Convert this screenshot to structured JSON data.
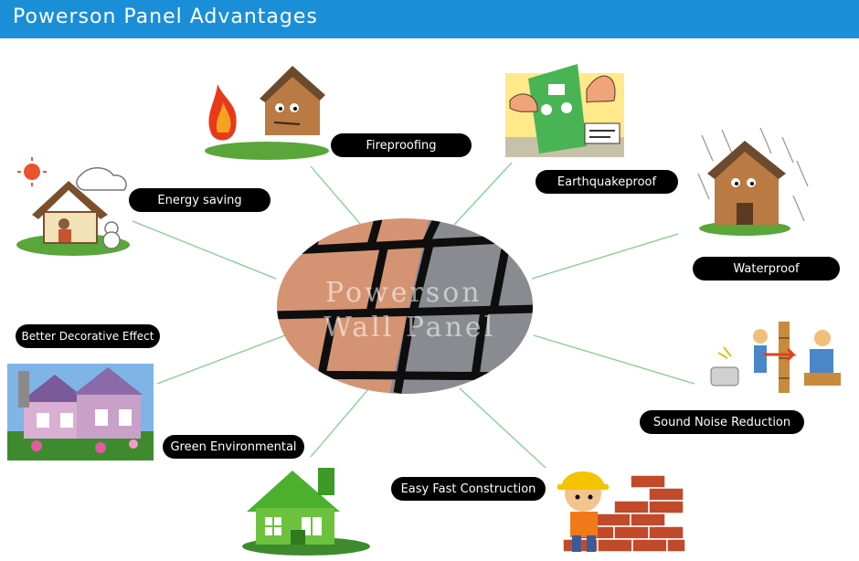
{
  "header": {
    "title": "Powerson Panel Advantages"
  },
  "center": {
    "line1": "Powerson",
    "line2": "Wall Panel"
  },
  "advantages": [
    {
      "id": "fireproofing",
      "label": "Fireproofing"
    },
    {
      "id": "earthquakeproof",
      "label": "Earthquakeproof"
    },
    {
      "id": "energy-saving",
      "label": "Energy saving"
    },
    {
      "id": "waterproof",
      "label": "Waterproof"
    },
    {
      "id": "better-decorative-effect",
      "label": "Better Decorative Effect"
    },
    {
      "id": "sound-noise-reduction",
      "label": "Sound Noise Reduction"
    },
    {
      "id": "green-environmental",
      "label": "Green Environmental"
    },
    {
      "id": "easy-fast-construction",
      "label": "Easy Fast Construction"
    }
  ],
  "colors": {
    "header": "#1a8fd8",
    "connector": "#7fcf8f",
    "pill": "#000000",
    "pill_text": "#ffffff"
  },
  "icons": {
    "fireproofing": "burning-house-icon",
    "earthquakeproof": "strong-panel-icon",
    "energy-saving": "warm-house-icon",
    "waterproof": "rain-house-icon",
    "better-decorative-effect": "decorated-house-photo",
    "sound-noise-reduction": "sound-barrier-icon",
    "green-environmental": "green-house-icon",
    "easy-fast-construction": "builder-bricks-icon"
  }
}
